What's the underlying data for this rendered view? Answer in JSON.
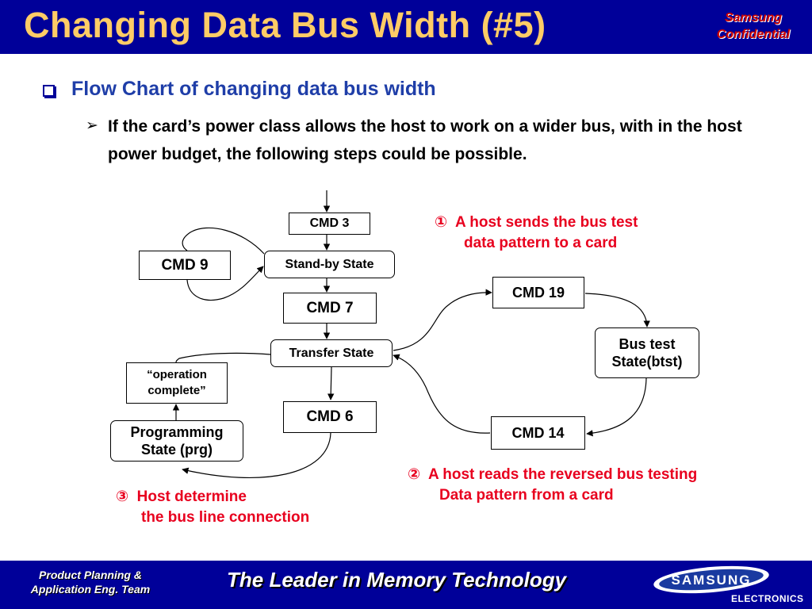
{
  "header": {
    "title": "Changing Data Bus Width (#5)",
    "confidential_line1": "Samsung",
    "confidential_line2": "Confidential"
  },
  "content": {
    "heading": "Flow Chart of changing data bus width",
    "bullet_text": "If the card’s power class allows the host to work on a wider bus, with in the host power budget, the following steps could be possible."
  },
  "flowchart": {
    "nodes": {
      "cmd3": "CMD 3",
      "standby": "Stand-by  State",
      "cmd9": "CMD 9",
      "cmd7": "CMD 7",
      "transfer": "Transfer State",
      "op_complete_1": "“operation",
      "op_complete_2": "complete”",
      "cmd6": "CMD 6",
      "prg_1": "Programming",
      "prg_2": "State (prg)",
      "cmd19": "CMD 19",
      "btst_1": "Bus test",
      "btst_2": "State(btst)",
      "cmd14": "CMD 14"
    },
    "notes": {
      "n1_marker": "①",
      "n1_line1": "A host sends the bus test",
      "n1_line2": "data pattern to a card",
      "n2_marker": "②",
      "n2_line1": "A host reads the reversed bus testing",
      "n2_line2": "Data pattern from a card",
      "n3_marker": "③",
      "n3_line1": "Host determine",
      "n3_line2": "the bus line connection"
    }
  },
  "footer": {
    "team_line1": "Product Planning  &",
    "team_line2": "Application Eng. Team",
    "tagline": "The Leader in Memory Technology",
    "logo_word": "SAMSUNG",
    "logo_sub": "ELECTRONICS"
  },
  "colors": {
    "header_bg": "#000099",
    "title": "#ffcc66",
    "heading": "#1f3ea8",
    "notes": "#e8001e",
    "confidential": "#cc0000"
  }
}
